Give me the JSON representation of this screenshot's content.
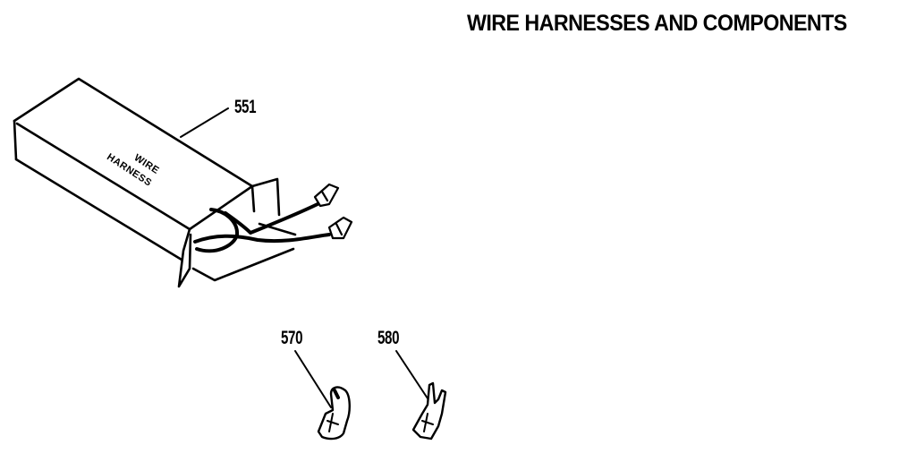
{
  "diagram": {
    "title": "WIRE HARNESSES AND COMPONENTS",
    "colors": {
      "ink": "#000000",
      "paper": "#ffffff"
    },
    "parts": [
      {
        "number": "551",
        "description_on_box": [
          "WIRE",
          "HARNESS"
        ]
      },
      {
        "number": "570"
      },
      {
        "number": "580"
      }
    ]
  }
}
